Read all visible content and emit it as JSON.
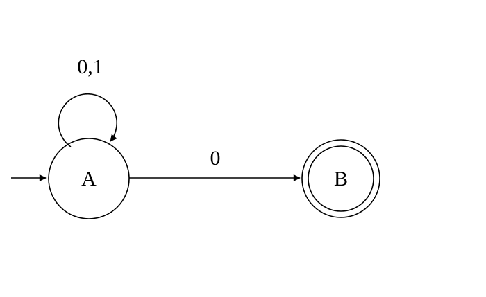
{
  "diagram": {
    "type": "finite-automaton",
    "colors": {
      "stroke": "#000000",
      "background": "#ffffff"
    },
    "states": [
      {
        "id": "A",
        "label": "A",
        "initial": true,
        "accepting": false
      },
      {
        "id": "B",
        "label": "B",
        "initial": false,
        "accepting": true
      }
    ],
    "transitions": [
      {
        "from": "A",
        "to": "A",
        "label": "0,1",
        "kind": "self-loop"
      },
      {
        "from": "A",
        "to": "B",
        "label": "0",
        "kind": "straight"
      }
    ]
  }
}
